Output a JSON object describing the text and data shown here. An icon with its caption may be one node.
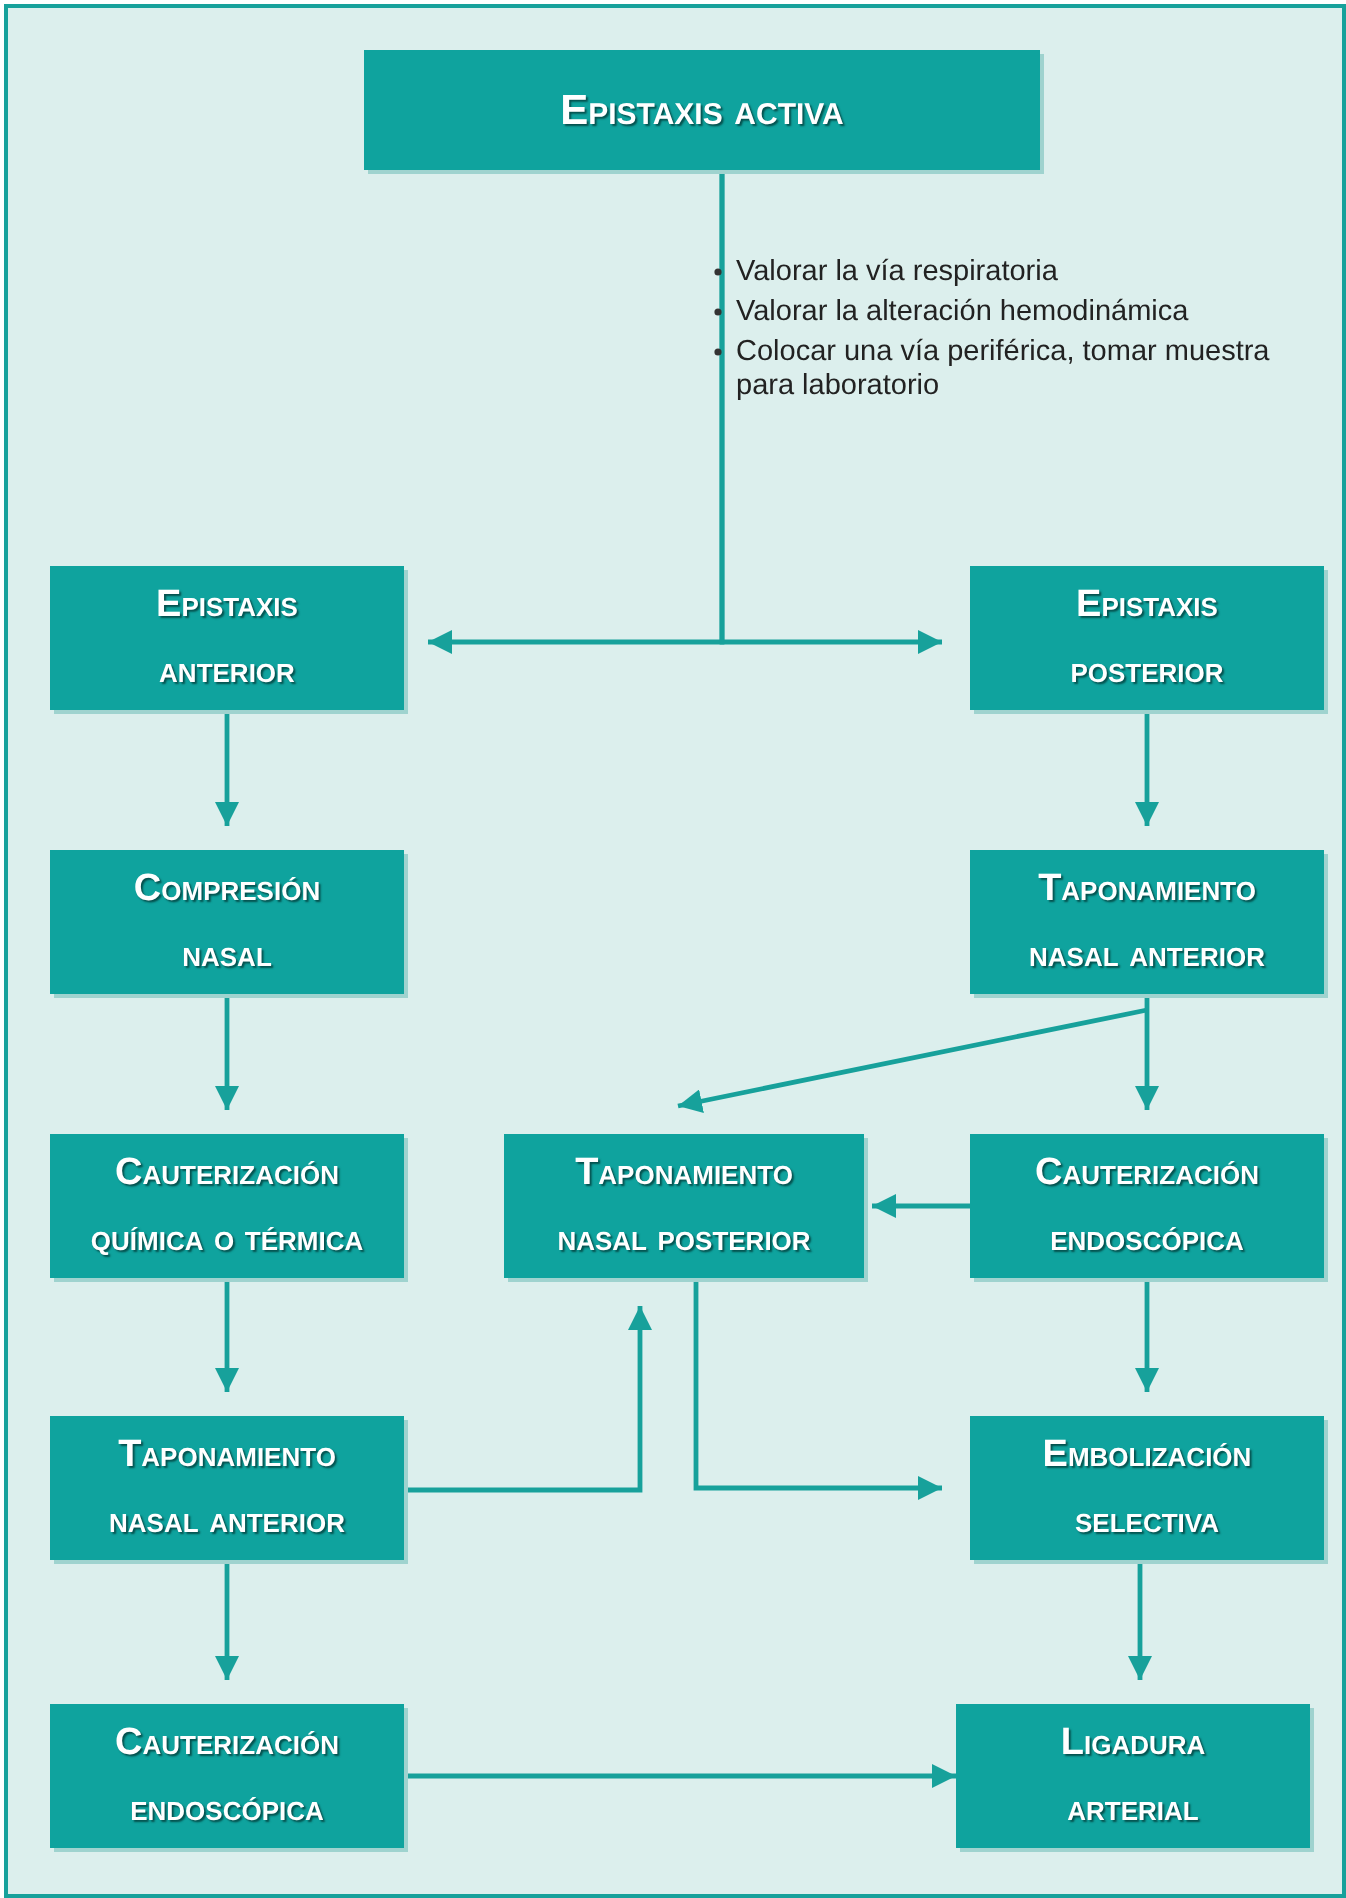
{
  "diagram": {
    "nodes": [
      {
        "text": [
          "Epistaxis activa"
        ]
      },
      {
        "text": [
          "Epistaxis anterior"
        ]
      },
      {
        "text": [
          "Epistaxis posterior"
        ]
      },
      {
        "text": [
          "Compresión nasal"
        ]
      },
      {
        "text": [
          "Taponamiento nasal anterior"
        ]
      },
      {
        "text": [
          "Cauterización química o térmica"
        ]
      },
      {
        "text": [
          "Taponamiento nasal posterior"
        ]
      },
      {
        "text": [
          "Cauterización endoscópica"
        ]
      },
      {
        "text": [
          "Taponamiento nasal anterior"
        ]
      },
      {
        "text": [
          "Embolización selectiva"
        ]
      },
      {
        "text": [
          "Cauterización endoscópica"
        ]
      },
      {
        "text": [
          "Ligadura arterial"
        ]
      }
    ],
    "edges": [
      {
        "from": 0,
        "to": 1,
        "arrow": "to"
      },
      {
        "from": 0,
        "to": 2,
        "arrow": "to"
      },
      {
        "from": 1,
        "to": 3,
        "arrow": "to"
      },
      {
        "from": 2,
        "to": 4,
        "arrow": "to"
      },
      {
        "from": 3,
        "to": 5,
        "arrow": "to"
      },
      {
        "from": 4,
        "to": 6,
        "arrow": "to"
      },
      {
        "from": 4,
        "to": 7,
        "arrow": "to"
      },
      {
        "from": 7,
        "to": 6,
        "arrow": "to"
      },
      {
        "from": 5,
        "to": 8,
        "arrow": "to"
      },
      {
        "from": 7,
        "to": 9,
        "arrow": "to"
      },
      {
        "from": 8,
        "to": 6,
        "arrow": "to"
      },
      {
        "from": 6,
        "to": 9,
        "arrow": "to"
      },
      {
        "from": 8,
        "to": 10,
        "arrow": "to"
      },
      {
        "from": 9,
        "to": 11,
        "arrow": "to"
      },
      {
        "from": 10,
        "to": 11,
        "arrow": "to"
      }
    ],
    "labels": [
      "Valorar la vía respiratoria",
      "Valorar la alteración hemodinámica",
      "Colocar una vía periférica, tomar muestra para laboratorio"
    ]
  }
}
